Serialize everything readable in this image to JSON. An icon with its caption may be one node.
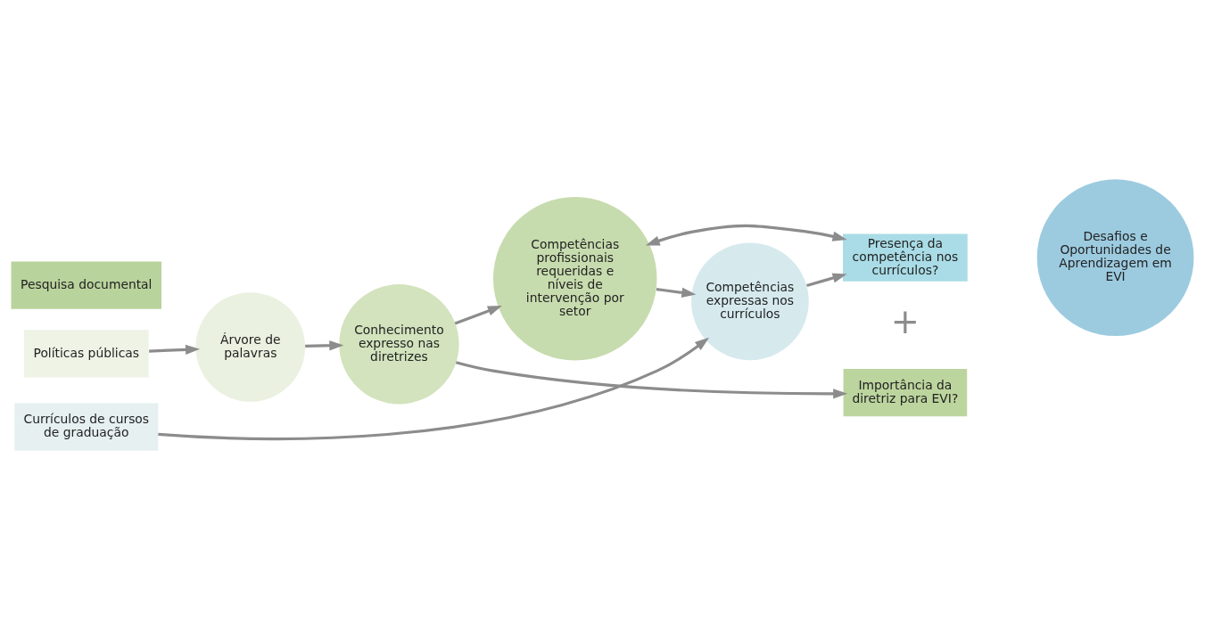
{
  "diagram": {
    "nodes": [
      {
        "text": [
          "Pesquisa documental"
        ]
      },
      {
        "text": [
          "Políticas públicas"
        ]
      },
      {
        "text": [
          "Currículos de cursos de graduação"
        ]
      },
      {
        "text": [
          "Árvore de palavras"
        ]
      },
      {
        "text": [
          "Conhecimento expresso nas diretrizes"
        ]
      },
      {
        "text": [
          "Competências expressas nos currículos"
        ]
      },
      {
        "text": [
          "Competências profissionais requeridas e níveis de intervenção por setor"
        ]
      },
      {
        "text": [
          "Presença da competência nos currículos?"
        ]
      },
      {
        "text": [
          "Importância da diretriz para EVI?"
        ]
      },
      {
        "text": [
          "Desafios e Oportunidades de Aprendizagem em EVI"
        ]
      }
    ],
    "edges": [
      {
        "from": 1,
        "to": 3,
        "arrow": "to"
      },
      {
        "from": 2,
        "to": 5,
        "arrow": "to"
      },
      {
        "from": 3,
        "to": 4,
        "arrow": "to"
      },
      {
        "from": 4,
        "to": 6,
        "arrow": "to"
      },
      {
        "from": 5,
        "to": 7,
        "arrow": "to"
      },
      {
        "from": 6,
        "to": 7,
        "arrow": "both"
      },
      {
        "from": 6,
        "to": 5,
        "arrow": "to"
      },
      {
        "from": 4,
        "to": 8,
        "arrow": "to"
      }
    ],
    "labels": [
      "+"
    ]
  }
}
